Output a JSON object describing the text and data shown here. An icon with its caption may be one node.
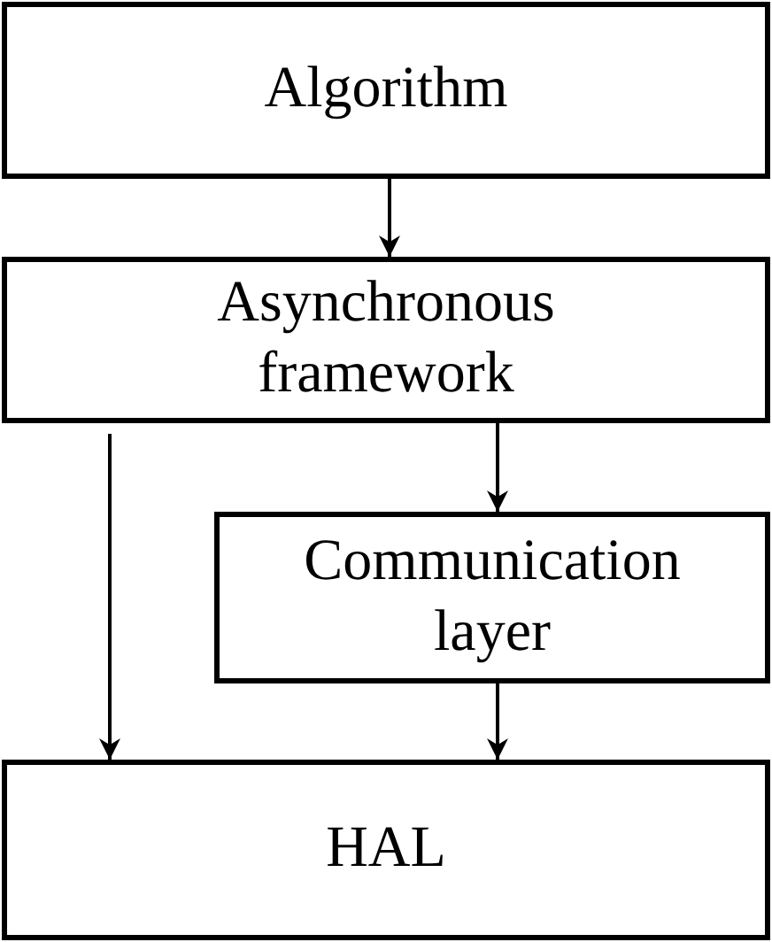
{
  "diagram": {
    "nodes": [
      {
        "text": [
          "Algorithm"
        ]
      },
      {
        "text": [
          "Asynchronous framework"
        ]
      },
      {
        "text": [
          "Communication layer"
        ]
      },
      {
        "text": [
          "HAL"
        ]
      }
    ],
    "edges": [
      {
        "from": 0,
        "to": 1,
        "arrow": "to"
      },
      {
        "from": 1,
        "to": 2,
        "arrow": "to"
      },
      {
        "from": 1,
        "to": 3,
        "arrow": "to"
      },
      {
        "from": 2,
        "to": 3,
        "arrow": "to"
      }
    ]
  }
}
